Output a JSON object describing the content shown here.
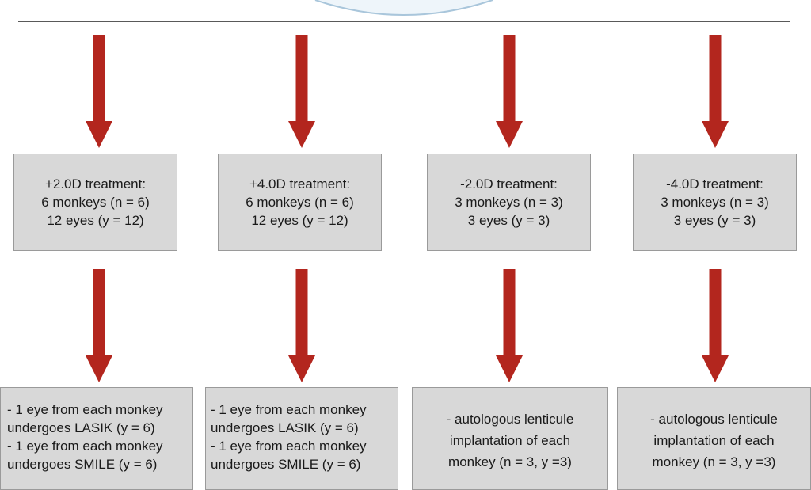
{
  "colors": {
    "arrow": "#b3261e",
    "box_fill": "#d8d8d8",
    "box_border": "#9a9a9a",
    "rule": "#222222",
    "ellipse_stroke": "#a9c6db",
    "ellipse_fill": "#eef5fa"
  },
  "middle_boxes": [
    {
      "lines": [
        "+2.0D treatment:",
        "6 monkeys (n = 6)",
        "12 eyes (y = 12)"
      ]
    },
    {
      "lines": [
        "+4.0D treatment:",
        "6 monkeys (n = 6)",
        "12 eyes (y = 12)"
      ]
    },
    {
      "lines": [
        "-2.0D treatment:",
        "3 monkeys (n = 3)",
        "3 eyes (y = 3)"
      ]
    },
    {
      "lines": [
        "-4.0D treatment:",
        "3 monkeys (n = 3)",
        "3 eyes (y = 3)"
      ]
    }
  ],
  "bottom_boxes": [
    {
      "lines": [
        "- 1 eye from each monkey",
        "undergoes LASIK (y = 6)",
        "- 1 eye from each monkey",
        "undergoes SMILE (y = 6)"
      ]
    },
    {
      "lines": [
        "- 1 eye from each monkey",
        "undergoes LASIK (y = 6)",
        "- 1 eye from each monkey",
        "undergoes SMILE (y = 6)"
      ]
    },
    {
      "lines": [
        "- autologous lenticule",
        "implantation of each",
        "monkey (n = 3, y =3)"
      ]
    },
    {
      "lines": [
        "- autologous lenticule",
        "implantation of each",
        "monkey (n = 3, y =3)"
      ]
    }
  ]
}
